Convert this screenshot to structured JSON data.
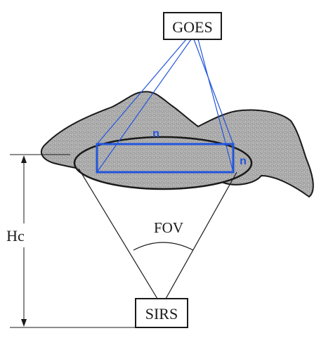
{
  "labels": {
    "goes": "GOES",
    "sirs": "SIRS",
    "fov": "FOV",
    "hc": "Hc",
    "n_top": "n",
    "n_right": "n"
  },
  "colors": {
    "cloud_fill": "#a9a9a9",
    "outline": "#1a1a1a",
    "blue": "#2255dd",
    "background": "#ffffff"
  }
}
